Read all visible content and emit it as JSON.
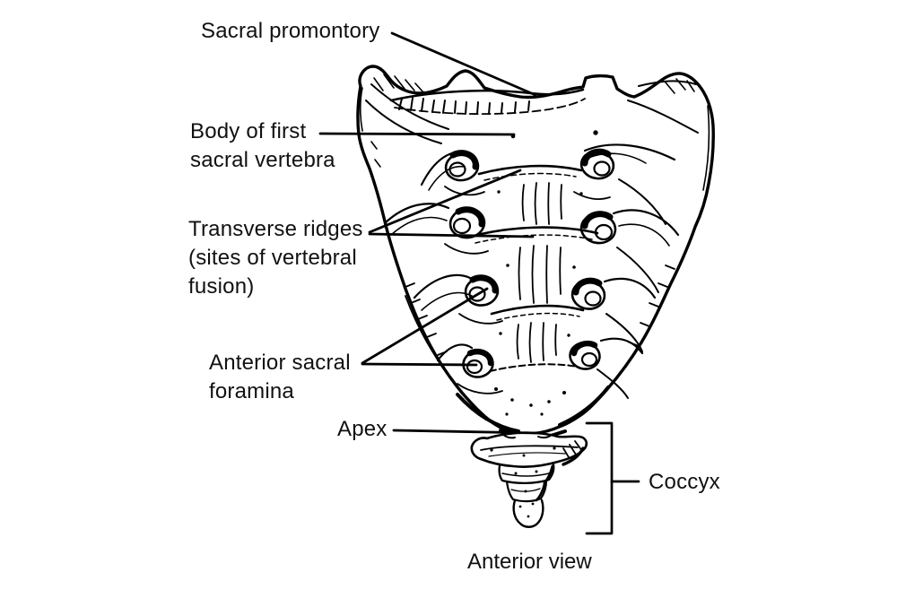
{
  "figure": {
    "caption": "Anterior view",
    "colors": {
      "ink": "#000000",
      "background": "#ffffff",
      "text": "#111111"
    }
  },
  "labels": {
    "sacral_promontory": "Sacral promontory",
    "body_of_first": {
      "line1": "Body of first",
      "line2": "sacral vertebra"
    },
    "transverse_ridges": {
      "line1": "Transverse ridges",
      "line2": "(sites of vertebral",
      "line3": "fusion)"
    },
    "anterior_sacral_foramina": {
      "line1": "Anterior sacral",
      "line2": "foramina"
    },
    "apex": "Apex",
    "coccyx": "Coccyx"
  }
}
